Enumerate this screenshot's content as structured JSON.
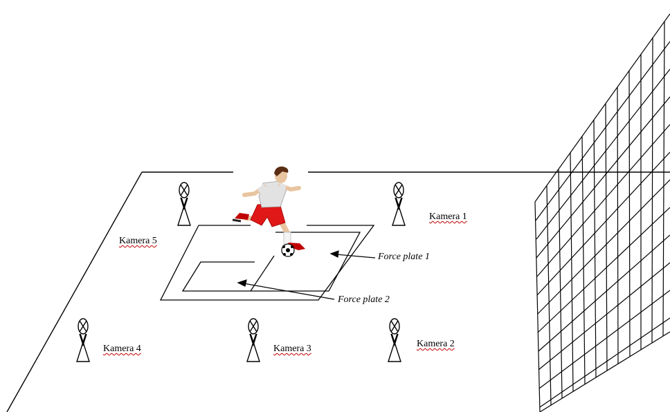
{
  "cameras": [
    {
      "id": "cam1",
      "label": "Kamera 1"
    },
    {
      "id": "cam2",
      "label": "Kamera 2"
    },
    {
      "id": "cam3",
      "label": "Kamera 3"
    },
    {
      "id": "cam4",
      "label": "Kamera 4"
    },
    {
      "id": "cam5",
      "label": "Kamera 5"
    }
  ],
  "force_plates": [
    {
      "id": "fp1",
      "label": "Force plate 1"
    },
    {
      "id": "fp2",
      "label": "Force plate 2"
    }
  ],
  "icons": [
    "camera-icon",
    "soccer-player-icon",
    "soccer-ball-icon",
    "goal-net-icon"
  ]
}
